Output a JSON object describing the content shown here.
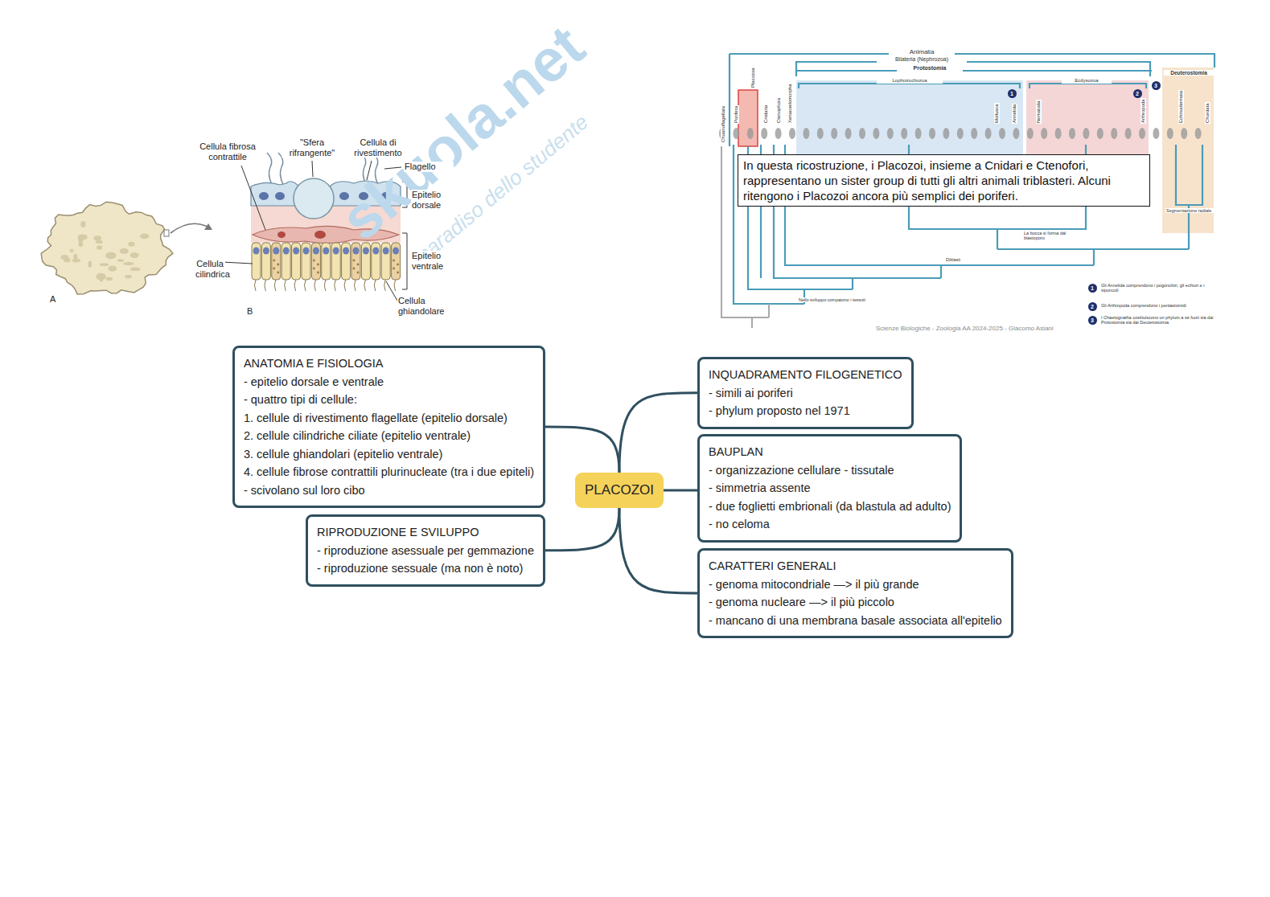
{
  "diagram": {
    "nodes": [
      {
        "text": [
          "PLACOZOI"
        ]
      },
      {
        "text": [
          "ANATOMIA E FISIOLOGIA",
          "- epitelio dorsale e ventrale",
          "- quattro tipi di cellule:",
          "1. cellule di rivestimento flagellate (epitelio dorsale)",
          "2. cellule cilindriche ciliate (epitelio ventrale)",
          "3. cellule ghiandolari (epitelio ventrale)",
          "4. cellule fibrose contrattili plurinucleate (tra i due epiteli)",
          "- scivolano sul loro cibo"
        ]
      },
      {
        "text": [
          "RIPRODUZIONE E SVILUPPO",
          "- riproduzione asessuale per gemmazione",
          "- riproduzione sessuale (ma non è noto)"
        ]
      },
      {
        "text": [
          "INQUADRAMENTO FILOGENETICO",
          "- simili ai poriferi",
          "- phylum proposto nel 1971"
        ]
      },
      {
        "text": [
          "BAUPLAN",
          "- organizzazione cellulare - tissutale",
          "- simmetria assente",
          "- due foglietti embrionali (da blastula ad adulto)",
          "- no celoma"
        ]
      },
      {
        "text": [
          "CARATTERI GENERALI",
          "- genoma mitocondriale —> il più grande",
          "- genoma nucleare —> il più piccolo",
          "- mancano di una membrana basale associata all'epitelio"
        ]
      },
      {
        "text": [
          "In questa ricostruzione, i Placozoi, insieme a Cnidari e Ctenofori, rappresentano un sister group di tutti gli altri animali triblasteri. Alcuni ritengono i Placozoi ancora più semplici dei poriferi."
        ]
      }
    ],
    "edges": [
      {
        "from": 0,
        "to": 1,
        "arrow": "none"
      },
      {
        "from": 0,
        "to": 2,
        "arrow": "none"
      },
      {
        "from": 0,
        "to": 3,
        "arrow": "none"
      },
      {
        "from": 0,
        "to": 4,
        "arrow": "none"
      },
      {
        "from": 0,
        "to": 5,
        "arrow": "none"
      }
    ],
    "labels": [
      "Cellula fibrosa contrattile",
      "\"Sfera rifrangente\"",
      "Cellula di rivestimento",
      "Flagello",
      "Epitelio dorsale",
      "Epitelio ventrale",
      "Cellula cilindrica",
      "Cellula ghiandolare",
      "A",
      "B",
      "skuola.net",
      "paradiso dello studente",
      "Animalia",
      "Bilateria (Nephrozoa)",
      "Protostomia",
      "Lophotrochozoa",
      "Ecdysozoa",
      "Deuterostomia",
      "Choanoflagellata",
      "Porifera",
      "Placozoa",
      "Cnidaria",
      "Ctenophora",
      "Xenacoelomorpha",
      "Mollusca",
      "Annelida",
      "Nematoda",
      "Arthropoda",
      "Echinodermata",
      "Chordata",
      "1",
      "2",
      "3",
      "La bocca si forma dal blastoporo",
      "Segmentazione radiale",
      "Diblasti",
      "Nello sviluppo compaiono i tessuti",
      "1",
      "Gli Annelida comprendono i pogonofori, gli echiuri e i sipunculi",
      "2",
      "Gli Arthropoda comprendono i pentastomidi",
      "3",
      "I Chaetognatha costituiscono un phylum a sé fuori sia dai Protostomia sia dai Deuterostomia",
      "Scienze Biologiche - Zoologia AA 2024-2025 - Giacomo Asiani"
    ]
  }
}
